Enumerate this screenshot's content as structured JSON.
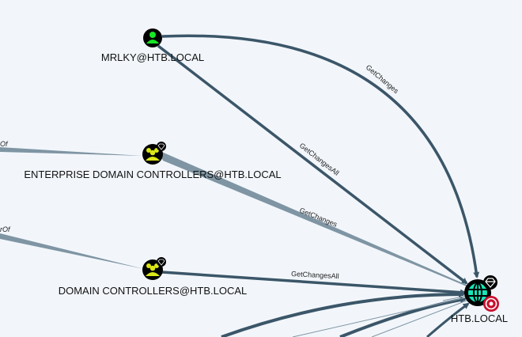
{
  "nodes": {
    "user": {
      "label": "MRLKY@HTB.LOCAL",
      "icon": "user-icon",
      "color": "#17e625"
    },
    "edc": {
      "label": "ENTERPRISE DOMAIN CONTROLLERS@HTB.LOCAL",
      "icon": "group-icon",
      "color": "#dbe617"
    },
    "dc": {
      "label": "DOMAIN CONTROLLERS@HTB.LOCAL",
      "icon": "group-icon",
      "color": "#dbe617"
    },
    "domain": {
      "label": "HTB.LOCAL",
      "icon": "globe-icon",
      "color": "#17e6b9"
    }
  },
  "edges": {
    "user_getchanges": "GetChanges",
    "user_getchangesall": "GetChangesAll",
    "edc_getchanges": "GetChanges",
    "dc_getchangesall": "GetChangesAll",
    "left_top": "Of",
    "left_bottom": "rOf"
  },
  "colors": {
    "edge": "#3b5668",
    "edge_light": "#7f95a3",
    "target": "#c8102e",
    "background": "#f2f6fb"
  }
}
